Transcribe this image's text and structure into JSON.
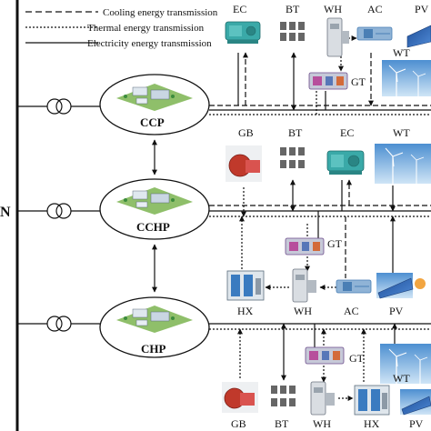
{
  "legend": {
    "cooling": "Cooling energy transmission",
    "thermal": "Thermal energy transmission",
    "electricity": "Electricity energy transmission"
  },
  "grid_label": "N",
  "hubs": {
    "ccp": "CCP",
    "cchp": "CCHP",
    "chp": "CHP"
  },
  "devices": {
    "ccp_ec": "EC",
    "ccp_bt": "BT",
    "ccp_wh": "WH",
    "ccp_ac": "AC",
    "ccp_pv": "PV",
    "ccp_gt": "GT",
    "ccp_wt": "WT",
    "cchp_gb": "GB",
    "cchp_bt": "BT",
    "cchp_ec": "EC",
    "cchp_wt": "WT",
    "cchp_gt": "GT",
    "cchp_hx": "HX",
    "cchp_wh": "WH",
    "cchp_ac": "AC",
    "cchp_pv": "PV",
    "chp_gt": "GT",
    "chp_wt": "WT",
    "chp_gb": "GB",
    "chp_bt": "BT",
    "chp_wh": "WH",
    "chp_hx": "HX",
    "chp_pv": "PV"
  },
  "colors": {
    "line": "#111111",
    "equipment_teal": "#3aa9a8",
    "equipment_blue": "#4a7fb5",
    "boiler_red": "#c0392b",
    "panel_blue": "#2e6bb8",
    "sky": "#7fb6e0"
  }
}
